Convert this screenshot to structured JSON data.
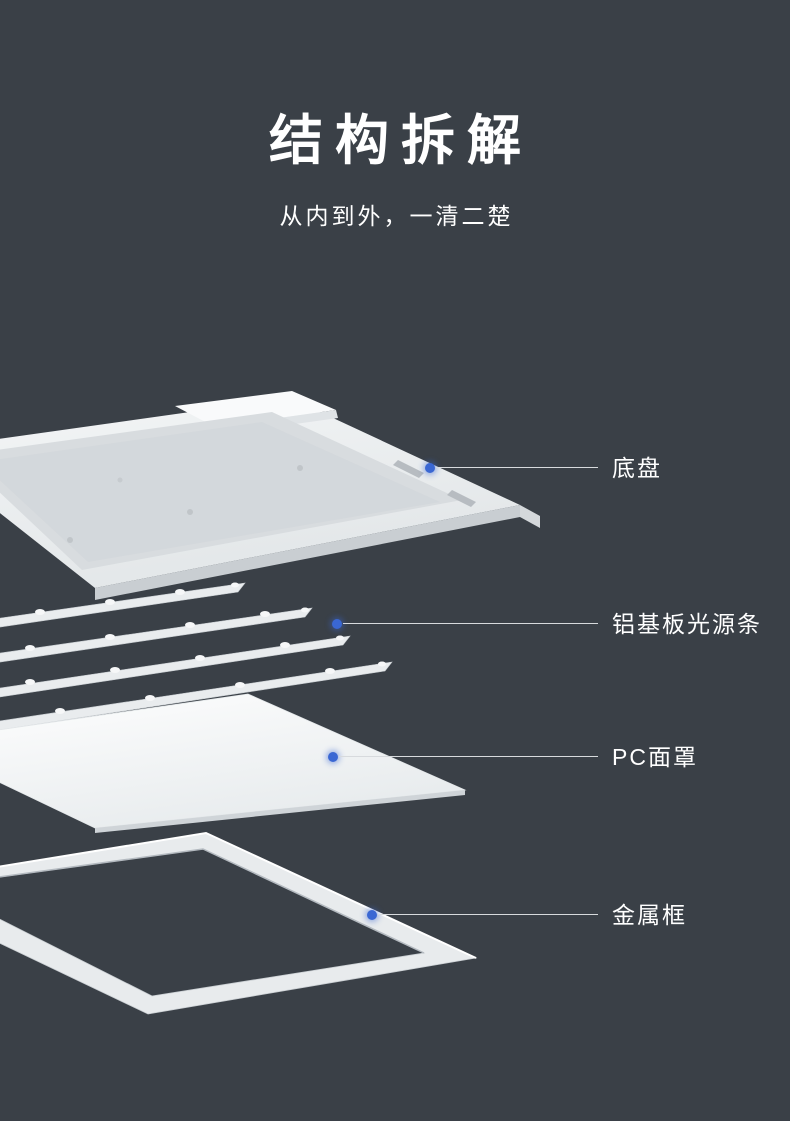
{
  "page": {
    "title": "结构拆解",
    "subtitle": "从内到外，一清二楚"
  },
  "colors": {
    "background": "#3a4047",
    "text": "#ffffff",
    "accent_dot": "#3a67d3",
    "line": "#d7dadd"
  },
  "parts": [
    {
      "id": "chassis",
      "label": "底盘"
    },
    {
      "id": "led-strips",
      "label": "铝基板光源条"
    },
    {
      "id": "pc-cover",
      "label": "PC面罩"
    },
    {
      "id": "metal-frame",
      "label": "金属框"
    }
  ]
}
